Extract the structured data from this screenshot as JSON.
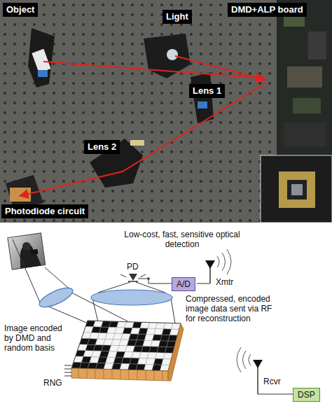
{
  "diagram": {
    "nodes": [
      {
        "text": [
          "Object"
        ]
      },
      {
        "text": [
          "Light"
        ]
      },
      {
        "text": [
          "DMD+ALP board"
        ]
      },
      {
        "text": [
          "Lens 1"
        ]
      },
      {
        "text": [
          "Lens 2"
        ]
      },
      {
        "text": [
          "Photodiode circuit"
        ]
      },
      {
        "text": [
          "A/D"
        ]
      },
      {
        "text": [
          "DSP"
        ]
      }
    ],
    "labels": [
      "Low-cost, fast, sensitive optical detection",
      "PD",
      "Xmtr",
      "Compressed, encoded image data sent via RF for reconstruction",
      "Image encoded by DMD and random basis",
      "RNG",
      "Rcvr"
    ]
  }
}
